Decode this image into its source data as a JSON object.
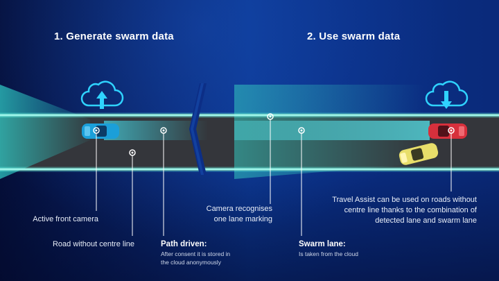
{
  "left": {
    "heading": "1. Generate swarm data",
    "label_camera": "Active front camera",
    "label_road": "Road without centre line",
    "label_path_title": "Path driven:",
    "label_path_line1": "After consent it is stored in",
    "label_path_line2": "the cloud anonymously"
  },
  "right": {
    "heading": "2. Use swarm data",
    "label_camera_line1": "Camera recognises",
    "label_camera_line2": "one lane marking",
    "label_swarm_title": "Swarm lane:",
    "label_swarm_sub": "Is taken from the cloud",
    "label_assist_line1": "Travel Assist can be used on roads without",
    "label_assist_line2": "centre line thanks to the combination of",
    "label_assist_line3": "detected lane and swarm lane"
  },
  "icons": {
    "upload": "cloud-upload-icon",
    "download": "cloud-download-icon"
  },
  "colors": {
    "accent": "#2fd3ff",
    "road": "#35373c",
    "lane_glow": "#5ef0e0",
    "car_blue": "#1b9fd9",
    "car_red": "#d7303c",
    "car_yellow": "#e8de6a"
  }
}
